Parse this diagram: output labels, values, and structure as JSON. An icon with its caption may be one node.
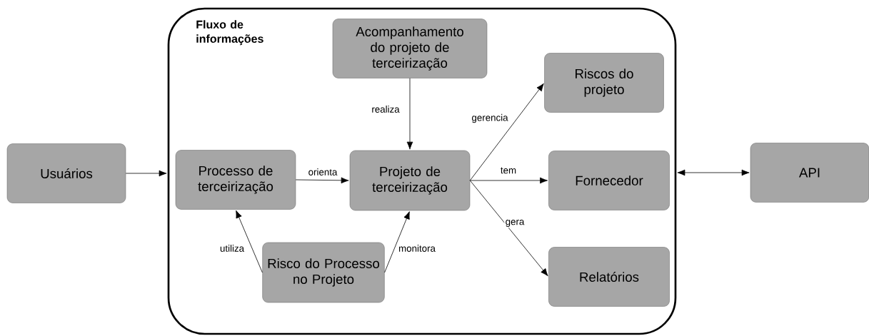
{
  "diagram": {
    "nodes": [
      {
        "text": [
          "Usuários"
        ]
      },
      {
        "text": [
          "Fluxo de informações"
        ]
      },
      {
        "text": [
          "Acompanhamento do projeto de terceirização"
        ],
        "in": 1
      },
      {
        "text": [
          "Riscos do projeto"
        ],
        "in": 1
      },
      {
        "text": [
          "Processo de terceirização"
        ],
        "in": 1
      },
      {
        "text": [
          "Projeto de terceirização"
        ],
        "in": 1
      },
      {
        "text": [
          "Fornecedor"
        ],
        "in": 1
      },
      {
        "text": [
          "Risco do Processo no Projeto"
        ],
        "in": 1
      },
      {
        "text": [
          "Relatórios"
        ],
        "in": 1
      },
      {
        "text": [
          "API"
        ]
      }
    ],
    "edges": [
      {
        "from": 0,
        "to": 1,
        "arrow": "to"
      },
      {
        "from": 2,
        "to": 5,
        "arrow": "to",
        "label": "realiza"
      },
      {
        "from": 4,
        "to": 5,
        "arrow": "to",
        "label": "orienta"
      },
      {
        "from": 7,
        "to": 4,
        "arrow": "to",
        "label": "utiliza"
      },
      {
        "from": 7,
        "to": 5,
        "arrow": "to",
        "label": "monitora"
      },
      {
        "from": 5,
        "to": 3,
        "arrow": "to",
        "label": "gerencia"
      },
      {
        "from": 5,
        "to": 6,
        "arrow": "to",
        "label": "tem"
      },
      {
        "from": 5,
        "to": 8,
        "arrow": "to",
        "label": "gera"
      },
      {
        "from": 1,
        "to": 9,
        "arrow": "both"
      }
    ]
  }
}
